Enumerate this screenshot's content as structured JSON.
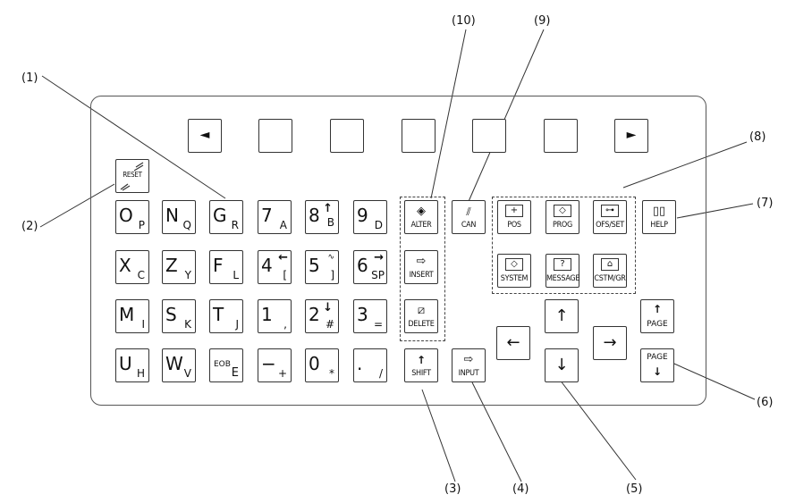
{
  "callouts": {
    "c1": "(1)",
    "c2": "(2)",
    "c3": "(3)",
    "c4": "(4)",
    "c5": "(5)",
    "c6": "(6)",
    "c7": "(7)",
    "c8": "(8)",
    "c9": "(9)",
    "c10": "(10)"
  },
  "soft_keys": {
    "left": "◄",
    "right": "►"
  },
  "reset": "RESET",
  "address_keys": [
    {
      "main": "O",
      "sub": "P"
    },
    {
      "main": "N",
      "sub": "Q"
    },
    {
      "main": "G",
      "sub": "R"
    },
    {
      "main": "X",
      "sub": "C"
    },
    {
      "main": "Z",
      "sub": "Y"
    },
    {
      "main": "F",
      "sub": "L"
    },
    {
      "main": "M",
      "sub": "I"
    },
    {
      "main": "S",
      "sub": "K"
    },
    {
      "main": "T",
      "sub": "J"
    },
    {
      "main": "U",
      "sub": "H"
    },
    {
      "main": "W",
      "sub": "V"
    },
    {
      "main": "EOB",
      "sub": "E"
    }
  ],
  "numeric_keys": [
    {
      "main": "7",
      "sub": "A"
    },
    {
      "main": "8",
      "sub": "B",
      "icon": "↑"
    },
    {
      "main": "9",
      "sub": "D"
    },
    {
      "main": "4",
      "sub": "[",
      "icon": "←"
    },
    {
      "main": "5",
      "sub": "]",
      "icon": "∿"
    },
    {
      "main": "6",
      "sub": "SP",
      "icon": "→"
    },
    {
      "main": "1",
      "sub": ","
    },
    {
      "main": "2",
      "sub": "#",
      "icon": "↓"
    },
    {
      "main": "3",
      "sub": "="
    },
    {
      "main": "−",
      "sub": "+"
    },
    {
      "main": "0",
      "sub": "*"
    },
    {
      "main": ".",
      "sub": "/"
    }
  ],
  "edit_keys": {
    "alter": "ALTER",
    "insert": "INSERT",
    "delete": "DELETE",
    "can": "CAN",
    "shift": "SHIFT",
    "input": "INPUT"
  },
  "function_keys": {
    "pos": "POS",
    "prog": "PROG",
    "ofs_set": "OFS/SET",
    "system": "SYSTEM",
    "message": "MESSAGE",
    "cstm_gr": "CSTM/GR",
    "help": "HELP"
  },
  "cursor_keys": {
    "up": "↑",
    "down": "↓",
    "left": "←",
    "right": "→"
  },
  "page_keys": {
    "up_label": "PAGE",
    "down_label": "PAGE",
    "up_icon": "↑",
    "down_icon": "↓"
  }
}
